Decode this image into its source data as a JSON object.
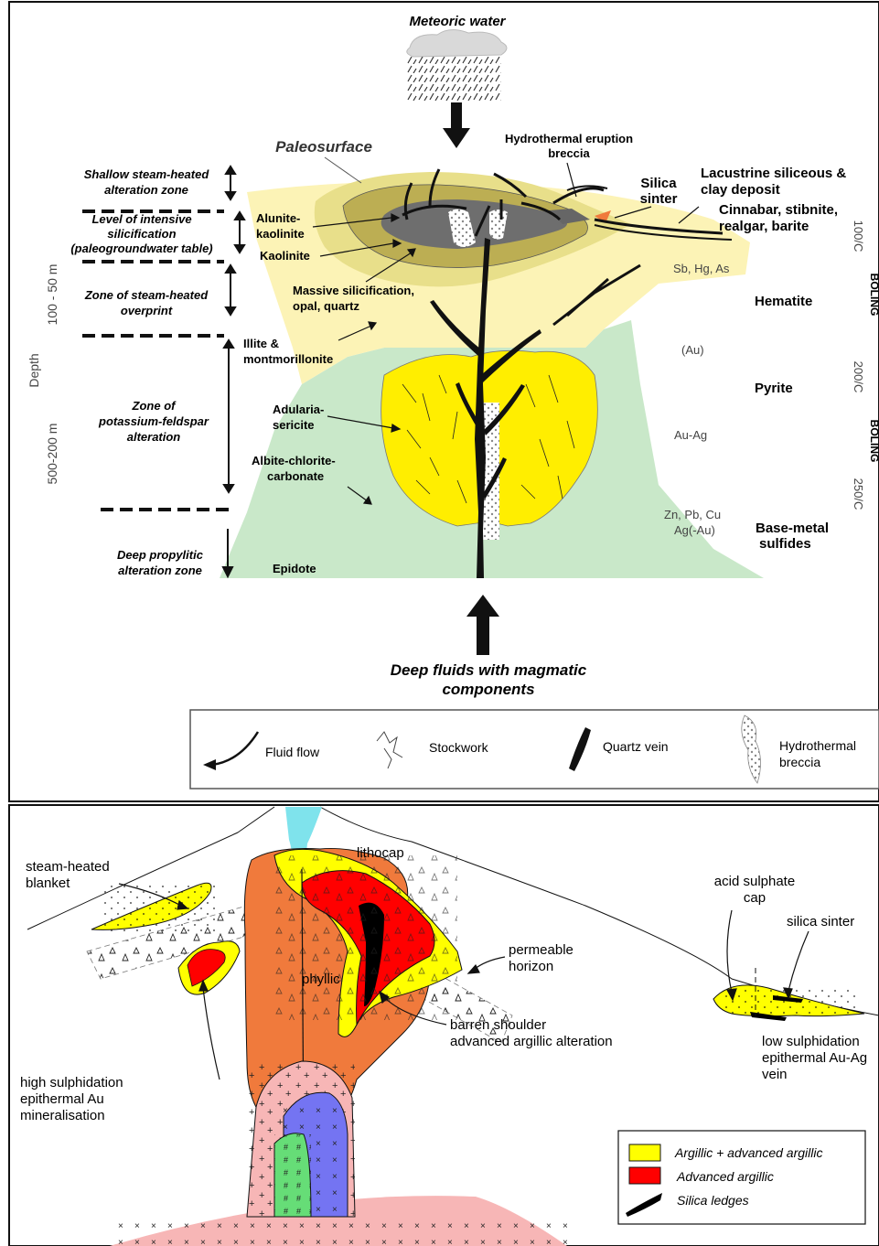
{
  "top": {
    "meteoric_water": "Meteoric water",
    "paleosurface": "Paleosurface",
    "hydrothermal_eruption_breccia": [
      "Hydrothermal eruption",
      "breccia"
    ],
    "silica_sinter": [
      "Silica",
      "sinter"
    ],
    "lacustrine": [
      "Lacustrine siliceous &",
      "clay deposit"
    ],
    "cinnabar": [
      "Cinnabar, stibnite,",
      "realgar, barite"
    ],
    "zones": [
      {
        "lines": [
          "Shallow steam-heated",
          "alteration zone"
        ]
      },
      {
        "lines": [
          "Level of intensive",
          "silicification",
          "(paleogroundwater table)"
        ]
      },
      {
        "lines": [
          "Zone of steam-heated",
          "overprint"
        ]
      },
      {
        "lines": [
          "Zone of",
          "potassium-feldspar",
          "alteration"
        ]
      },
      {
        "lines": [
          "Deep propylitic",
          "alteration zone"
        ]
      }
    ],
    "depth_label": "Depth",
    "depth_ranges": [
      "100 - 50 m",
      "500-200 m"
    ],
    "minerals": {
      "alunite_kaolinite": [
        "Alunite-",
        "kaolinite"
      ],
      "kaolinite": "Kaolinite",
      "massive_silicification": [
        "Massive silicification,",
        "opal, quartz"
      ],
      "illite": [
        "Illite &",
        "montmorillonite"
      ],
      "adularia": [
        "Adularia-",
        "sericite"
      ],
      "albite": [
        "Albite-chlorite-",
        "carbonate"
      ],
      "epidote": "Epidote"
    },
    "elements": [
      "Sb, Hg, As",
      "(Au)",
      "Au-Ag",
      "Zn, Pb, Cu",
      "Ag(-Au)"
    ],
    "right_labels": [
      "Hematite",
      "Pyrite",
      [
        "Base-metal",
        "sulfides"
      ]
    ],
    "temps": [
      "100/C",
      "200/C",
      "250/C"
    ],
    "boiling": [
      "BOLING",
      "BOLING"
    ],
    "deep_fluids": [
      "Deep fluids with magmatic",
      "components"
    ],
    "legend": [
      {
        "icon": "fluid-flow-icon",
        "label": [
          "Fluid flow"
        ]
      },
      {
        "icon": "stockwork-icon",
        "label": [
          "Stockwork"
        ]
      },
      {
        "icon": "quartz-vein-icon",
        "label": [
          "Quartz vein"
        ]
      },
      {
        "icon": "hydrothermal-breccia-icon",
        "label": [
          "Hydrothermal",
          "breccia"
        ]
      }
    ]
  },
  "bottom": {
    "steam_heated_blanket": [
      "steam-heated",
      "blanket"
    ],
    "lithocap": "lithocap",
    "acid_sulphate_cap": [
      "acid sulphate",
      "cap"
    ],
    "silica_sinter": "silica sinter",
    "phyllic": "phyllic",
    "permeable_horizon": [
      "permeable",
      "horizon"
    ],
    "barren_shoulder": [
      "barren shoulder",
      "advanced argillic alteration"
    ],
    "low_sulphidation": [
      "low sulphidation",
      "epithermal Au-Ag",
      "vein"
    ],
    "high_sulphidation": [
      "high sulphidation",
      "epithermal Au",
      "mineralisation"
    ],
    "legend": [
      {
        "label": "Argillic + advanced argillic",
        "color": "#ffff00"
      },
      {
        "label": "Advanced argillic",
        "color": "#ff0000"
      },
      {
        "label": "Silica ledges",
        "color": "#000000"
      }
    ]
  },
  "colors": {
    "propylitic_green": "#c9e8c9",
    "steam_yellow": "#fcf3b6",
    "adularia_yellow": "#ffee00",
    "lithocap_orange": "#f07a3c",
    "porphyry_pink": "#f7b6b6",
    "intrusion_blue": "#7474f2",
    "core_green": "#66dd77",
    "water_cyan": "#7fe3ec"
  }
}
